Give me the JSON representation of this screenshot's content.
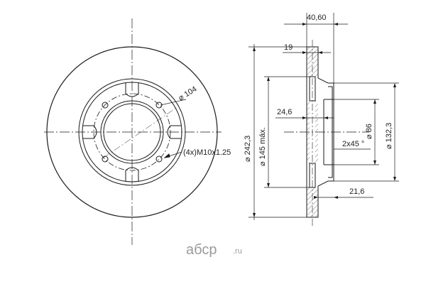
{
  "drawing": {
    "front_view": {
      "bolt_circle_label": "⌀ 104",
      "thread_label": "(4x)M10x1.25"
    },
    "side_view": {
      "width_label": "40,60",
      "thickness_label": "19",
      "offset_label": "24,6",
      "chamfer_label": "2x45 °",
      "hat_depth_label": "21,6",
      "diameter_outer_label": "⌀ 242,3",
      "diameter_friction_label": "⌀ 145 máx.",
      "diameter_hat_label": "⌀ 132,3",
      "diameter_center_label": "⌀ 86"
    }
  },
  "watermark": {
    "text": "абср",
    "suffix": ".ru",
    "colors": {
      "logo_gray": "#9a9a9a",
      "logo_bg": "#ffffff"
    }
  },
  "colors": {
    "line": "#1a1a1a",
    "hatch": "#555555",
    "background": "#ffffff"
  }
}
